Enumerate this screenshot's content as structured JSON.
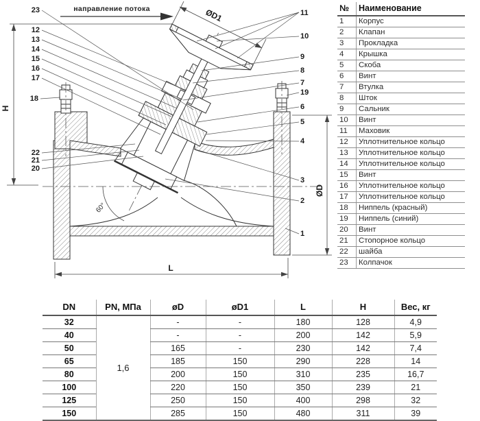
{
  "drawing": {
    "flow_direction_label": "направление потока",
    "angle_label": "60°",
    "dim_h": "H",
    "dim_l": "L",
    "dim_od": "ØD",
    "dim_od1": "ØD1",
    "callouts": {
      "c1": "1",
      "c2": "2",
      "c3": "3",
      "c4": "4",
      "c5": "5",
      "c6": "6",
      "c7": "7",
      "c8": "8",
      "c9": "9",
      "c10": "10",
      "c11": "11",
      "c12": "12",
      "c13": "13",
      "c14": "14",
      "c15": "15",
      "c16": "16",
      "c17": "17",
      "c18": "18",
      "c19": "19",
      "c20": "20",
      "c21": "21",
      "c22": "22",
      "c23": "23"
    }
  },
  "parts_table": {
    "number_header": "№",
    "name_header": "Наименование",
    "rows": [
      {
        "num": "1",
        "name": "Корпус"
      },
      {
        "num": "2",
        "name": "Клапан"
      },
      {
        "num": "3",
        "name": "Прокладка"
      },
      {
        "num": "4",
        "name": "Крышка"
      },
      {
        "num": "5",
        "name": "Скоба"
      },
      {
        "num": "6",
        "name": "Винт"
      },
      {
        "num": "7",
        "name": "Втулка"
      },
      {
        "num": "8",
        "name": "Шток"
      },
      {
        "num": "9",
        "name": "Сальник"
      },
      {
        "num": "10",
        "name": "Винт"
      },
      {
        "num": "11",
        "name": "Маховик"
      },
      {
        "num": "12",
        "name": "Уплотнительное кольцо"
      },
      {
        "num": "13",
        "name": "Уплотнительное кольцо"
      },
      {
        "num": "14",
        "name": "Уплотнительное кольцо"
      },
      {
        "num": "15",
        "name": "Винт"
      },
      {
        "num": "16",
        "name": "Уплотнительное кольцо"
      },
      {
        "num": "17",
        "name": "Уплотнительное кольцо"
      },
      {
        "num": "18",
        "name": "Ниппель (красный)"
      },
      {
        "num": "19",
        "name": "Ниппель (синий)"
      },
      {
        "num": "20",
        "name": "Винт"
      },
      {
        "num": "21",
        "name": "Стопорное кольцо"
      },
      {
        "num": "22",
        "name": "шайба"
      },
      {
        "num": "23",
        "name": "Колпачок"
      }
    ]
  },
  "dimensions_table": {
    "headers": [
      "DN",
      "PN, МПа",
      "øD",
      "øD1",
      "L",
      "H",
      "Вес, кг"
    ],
    "pn_value": "1,6",
    "rows": [
      {
        "dn": "32",
        "od": "-",
        "od1": "-",
        "l": "180",
        "h": "128",
        "weight": "4,9"
      },
      {
        "dn": "40",
        "od": "-",
        "od1": "-",
        "l": "200",
        "h": "142",
        "weight": "5,9"
      },
      {
        "dn": "50",
        "od": "165",
        "od1": "-",
        "l": "230",
        "h": "142",
        "weight": "7,4"
      },
      {
        "dn": "65",
        "od": "185",
        "od1": "150",
        "l": "290",
        "h": "228",
        "weight": "14"
      },
      {
        "dn": "80",
        "od": "200",
        "od1": "150",
        "l": "310",
        "h": "235",
        "weight": "16,7"
      },
      {
        "dn": "100",
        "od": "220",
        "od1": "150",
        "l": "350",
        "h": "239",
        "weight": "21"
      },
      {
        "dn": "125",
        "od": "250",
        "od1": "150",
        "l": "400",
        "h": "298",
        "weight": "32"
      },
      {
        "dn": "150",
        "od": "285",
        "od1": "150",
        "l": "480",
        "h": "311",
        "weight": "39"
      }
    ]
  }
}
